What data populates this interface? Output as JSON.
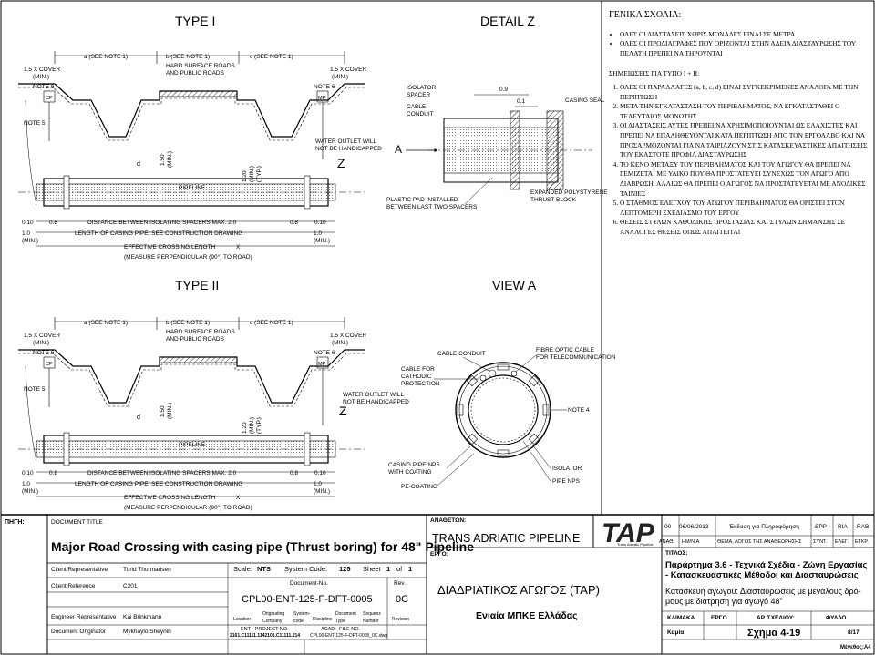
{
  "views": {
    "type1_title": "TYPE I",
    "detailz_title": "DETAIL Z",
    "type2_title": "TYPE II",
    "viewa_title": "VIEW A"
  },
  "type1": {
    "dim_a": "a (SEE NOTE 1)",
    "dim_b": "b (SEE NOTE 1)",
    "dim_c": "c (SEE NOTE 1)",
    "hard_surface": [
      "HARD SURFACE ROADS",
      "AND PUBLIC ROADS"
    ],
    "cover_left": [
      "1.5 X COVER",
      "(MIN.)"
    ],
    "cover_right": [
      "1.5 X COVER",
      "(MIN.)"
    ],
    "note6_left": "NOTE 6",
    "note6_right": "NOTE 6",
    "cp": "CP",
    "mp": "MP",
    "note5": "NOTE 5",
    "water_outlet": [
      "WATER OUTLET WILL",
      "NOT BE HANDICAPPED"
    ],
    "z_label": "Z",
    "d_label": "d",
    "dim_150": "1.50",
    "dim_150_min": "(MIN.)",
    "dim_120": "1.20",
    "dim_120_min": "(MIN.)",
    "dim_120_typ": "(TYP.)",
    "pipeline": "PIPELINE",
    "d010_l": "0.10",
    "d08_l": "0.8",
    "spacers": "DISTANCE BETWEEN ISOLATING SPACERS MAX. 2.0",
    "d08_r": "0.8",
    "d010_r": "0.10",
    "d10_l": "1.0",
    "min_l": "(MIN.)",
    "casing_length": "LENGTH OF CASING PIPE, SEE CONSTRUCTION DRAWING",
    "d10_r": "1.0",
    "min_r": "(MIN.)",
    "effective": "EFFECTIVE CROSSING LENGTH",
    "x_label": "X",
    "measure": "(MEASURE PERPENDICULAR (90°) TO ROAD)"
  },
  "detailz": {
    "isolator": "ISOLATOR",
    "spacer": "SPACER",
    "cable": "CABLE",
    "conduit": "CONDUIT",
    "d09": "0.9",
    "d01": "0.1",
    "casing_seal": "CASING SEAL",
    "a_label": "A",
    "plastic_pad": [
      "PLASTIC PAD INSTALLED",
      "BETWEEN LAST TWO SPACERS"
    ],
    "expanded": [
      "EXPANDED POLYSTYRENE",
      "THRUST BLOCK"
    ]
  },
  "type2": {
    "dim_a": "a (SEE NOTE 1)",
    "dim_b": "b (SEE NOTE 1)",
    "dim_c": "c (SEE NOTE 1)",
    "hard_surface": [
      "HARD SURFACE ROADS",
      "AND PUBLIC ROADS"
    ],
    "cover_left": [
      "1.5 X COVER",
      "(MIN.)"
    ],
    "cover_right": [
      "1.5 X COVER",
      "(MIN.)"
    ],
    "note6_left": "NOTE 6",
    "note6_right": "NOTE 6",
    "cp": "CP",
    "mp": "MP",
    "note5": "NOTE 5",
    "water_outlet": [
      "WATER OUTLET WILL",
      "NOT BE HANDICAPPED"
    ],
    "z_label": "Z",
    "d_label": "d",
    "dim_150": "1.50",
    "dim_150_min": "(MIN.)",
    "dim_120": "1.20",
    "dim_120_min": "(MIN.)",
    "dim_120_typ": "(TYP.)",
    "pipeline": "PIPELINE",
    "d010_l": "0.10",
    "d08_l": "0.8",
    "spacers": "DISTANCE BETWEEN ISOLATING SPACERS MAX. 2.0",
    "d08_r": "0.8",
    "d010_r": "0.10",
    "d10_l": "1.0",
    "min_l": "(MIN.)",
    "casing_length": "LENGTH OF CASING PIPE, SEE CONSTRUCTION DRAWING",
    "d10_r": "1.0",
    "min_r": "(MIN.)",
    "effective": "EFFECTIVE CROSSING LENGTH",
    "x_label": "X",
    "measure": "(MEASURE PERPENDICULAR (90°) TO ROAD)"
  },
  "viewa": {
    "cable_conduit": "CABLE CONDUIT",
    "fibre": [
      "FIBRE OPTIC CABLE",
      "FOR TELECOMMUNICATION"
    ],
    "cable_cathodic": [
      "CABLE FOR",
      "CATHODIC",
      "PROTECTION"
    ],
    "note4": "NOTE 4",
    "casing_pipe": [
      "CASING PIPE NPS",
      "WITH COATING"
    ],
    "pe_coating": "PE-COATING",
    "isolator": "ISOLATOR",
    "pipe_nps": "PIPE NPS"
  },
  "notes": {
    "header": "ΓΕΝΙΚΑ ΣΧΟΛΙΑ:",
    "bullets": [
      "ΟΛΕΣ ΟΙ ΔΙΑΣΤΑΣΕΙΣ ΧΩΡΙΣ ΜΟΝΑΔΕΣ ΕΙΝΑΙ ΣΕ ΜΕΤΡΑ",
      "ΟΛΕΣ ΟΙ ΠΡΟΔΙΑΓΡΑΦΕΣ ΠΟΥ ΟΡΙΖΟΝΤΑΙ ΣΤΗΝ ΑΔΕΙΑ ΔΙΑΣΤΑΥΡΩΣΗΣ ΤΟΥ ΠΕΛΑΤΗ ΠΡΕΠΕΙ ΝΑ ΤΗΡΟΥΝΤΑΙ"
    ],
    "subheader": "ΣΗΜΕΙΩΣΕΙΣ ΓΙΑ ΤΥΠΟ I + II:",
    "items": [
      "ΟΛΕΣ ΟΙ ΠΑΡΑΛΛΑΓΕΣ (a, b, c, d) ΕΙΝΑΙ ΣΥΓΚΕΚΡΙΜΕΝΕΣ ΑΝΑΛΟΓΑ ΜΕ ΤΗΝ ΠΕΡΙΠΤΩΣΗ",
      "ΜΕΤΑ ΤΗΝ ΕΓΚΑΤΑΣΤΑΣΗ ΤΟΥ ΠΕΡΙΒΛΗΜΑΤΟΣ, ΝΑ ΕΓΚΑΤΑΣΤΑΘΕΙ Ο ΤΕΛΕΥΤΑΙΟΣ ΜΟΝΩΤΗΣ",
      "ΟΙ ΔΙΑΣΤΑΣΕΙΣ ΑΥΤΕΣ ΠΡΕΠΕΙ ΝΑ ΧΡΗΣΙΜΟΠΟΙΟΥΝΤΑΙ ΩΣ ΕΛΑΧΙΣΤΕΣ ΚΑΙ ΠΡΕΠΕΙ ΝΑ ΕΠΑΛΗΘΕΥΟΝΤΑΙ ΚΑΤΑ ΠΕΡΙΠΤΩΣΗ ΑΠΟ ΤΟΝ ΕΡΓΟΛΑΒΟ ΚΑΙ ΝΑ ΠΡΟΣΑΡΜΟΖΟΝΤΑΙ ΓΙΑ ΝΑ ΤΑΙΡΙΑΖΟΥΝ ΣΤΙΣ ΚΑΤΑΣΚΕΥΑΣΤΙΚΕΣ ΑΠΑΙΤΗΣΕΙΣ ΤΟΥ ΕΚΑΣΤΟΤΕ ΠΡΟΦΙΛ ΔΙΑΣΤΑΥΡΩΣΗΣ",
      "ΤΟ ΚΕΝΟ ΜΕΤΑΞΥ ΤΟΥ ΠΕΡΙΒΛΗΜΑΤΟΣ ΚΑΙ ΤΟΥ ΑΓΩΓΟΥ ΘΑ ΠΡΕΠΕΙ ΝΑ ΓΕΜΙΖΕΤΑΙ ΜΕ ΥΛΙΚΟ ΠΟΥ ΘΑ ΠΡΟΣΤΑΤΕΥΕΙ ΣΥΝΕΧΩΣ ΤΟΝ ΑΓΩΓΟ ΑΠΟ ΔΙΑΒΡΩΣΗ, ΑΛΛΙΩΣ ΘΑ ΠΡΕΠΕΙ Ο ΑΓΩΓΟΣ ΝΑ ΠΡΟΣΤΑΤΕΥΕΤΑΙ ΜΕ ΑΝΟΔΙΚΕΣ ΤΑΙΝΙΕΣ",
      "Ο ΣΤΑΘΜΟΣ ΕΛΕΓΧΟΥ ΤΟΥ ΑΓΩΓΟΥ ΠΕΡΙΒΛΗΜΑΤΟΣ ΘΑ ΟΡΙΣΤΕΙ ΣΤΟΝ ΛΕΠΤΟΜΕΡΗ ΣΧΕΔΙΑΣΜΟ ΤΟΥ ΕΡΓΟΥ",
      "ΘΕΣΕΙΣ ΣΤΥΛΩΝ ΚΑΘΟΔΙΚΗΣ ΠΡΟΣΤΑΣΙΑΣ ΚΑΙ ΣΤΥΛΩΝ ΣΗΜΑΝΣΗΣ ΣΕ ΑΝΑΛΟΓΕΣ ΘΕΣΕΙΣ ΟΠΩΣ ΑΠΑΙΤΕΙΤΑΙ"
    ]
  },
  "titleblock": {
    "source_label": "ΠΗΓΗ:",
    "doc_title_label": "DOCUMENT TITLE",
    "doc_title": "Major Road Crossing  with casing pipe (Thrust boring) for 48\" Pipeline",
    "client_rep_label": "Client Representative",
    "client_rep": "Turid Thormadsen",
    "client_ref_label": "Client Reference",
    "client_ref": "C201",
    "eng_rep_label": "Engineer Representative",
    "eng_rep": "Kai Brinkmann",
    "doc_orig_label": "Document Originator",
    "doc_orig": "Mykhaylo Sheynin",
    "scale_label": "Scale:",
    "scale": "NTS",
    "sys_code_label": "System Code:",
    "sys_code": "125",
    "sheet_label": "Sheet",
    "sheet": "1",
    "of_label": "of",
    "of": "1",
    "docno_label": "Document-No.",
    "rev_label": "Rev.",
    "docno": "CPL00-ENT-125-F-DFT-0005",
    "rev": "0C",
    "col_labels": [
      "Location",
      "Originating\nCompany",
      "System-\ncode",
      "Discipline",
      "Document\nType",
      "Sequenz\nNumber",
      "Revision"
    ],
    "ent_project_label": "ENT - PROJECT NO.",
    "ent_project": "2161.C11111.1142101.C11111.214",
    "acad_label": "ACAD - FILE NO.",
    "acad": "CPL00-ENT-125-F-DFT-0005_0C.dwg",
    "anatheton_label": "ΑΝΑΘΕΤΩΝ:",
    "anatheton": "TRANS ADRIATIC PIPELINE",
    "ergo_label": "ΕΡΓΟ:",
    "ergo": "ΔΙΑΔΡΙΑΤΙΚΟΣ ΑΓΩΓΟΣ (TAP)",
    "ergo_sub": "Ενιαία ΜΠΚΕ Ελλάδας",
    "logo_text": "TAP",
    "logo_sub": "Trans Adriatic Pipeline",
    "rev_row": {
      "num": "00",
      "date": "06/06/2013",
      "desc": "Έκδοση για Πληροφόρηση",
      "a": "SPP",
      "b": "RIA",
      "c": "RAB"
    },
    "rev_hdr": {
      "num": "ΑΝΑΘ.",
      "date": "ΗΜ/ΝΙΑ",
      "desc": "ΘΕΜΑ, ΛΟΓΟΣ ΤΗΣ ΑΝΑΘΕΩΡΗΣΗΣ",
      "a": "ΣΥΝΤ.",
      "b": "ΕΛΕΓ.",
      "c": "ΕΓΚΡ."
    },
    "titlos_label": "ΤΙΤΛΟΣ:",
    "titlos": "Παράρτημα 3.6 - Τεχνικά Σχέδια - Ζώνη Εργασίας - Κατασκευαστικές Μέθοδοι και Διασταυρώσεις",
    "titlos2": "Κατασκευή αγωγού: Διασταυρώσεις με μεγάλους δρό-μους με διάτρηση για αγωγό 48\"",
    "klimaka_label": "ΚΛΙΜΑΚΑ",
    "ergo2_label": "ΕΡΓΟ",
    "ar_sxediou_label": "ΑΡ. ΣΧΕΔΙΟΥ:",
    "fyllo_label": "ΦΥΛΛΟ",
    "klimaka": "Καμία",
    "sxima": "Σχήμα 4-19",
    "fyllo": "8/17",
    "megethos": "Μέγεθος:A4"
  }
}
